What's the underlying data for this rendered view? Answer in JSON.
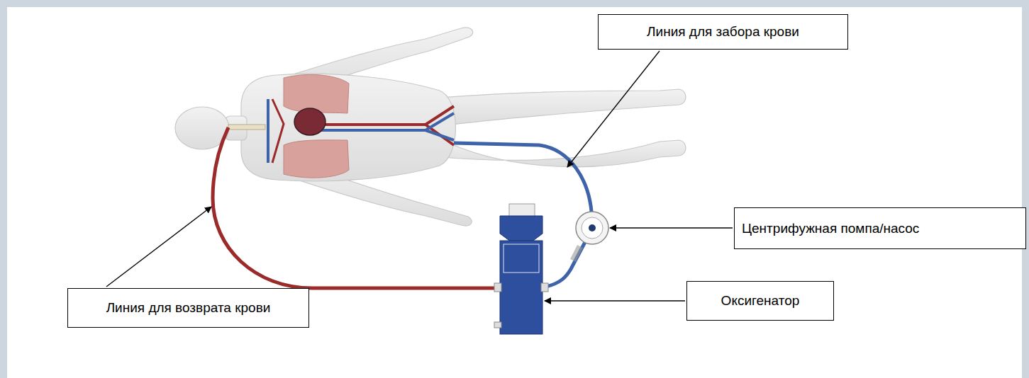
{
  "diagram": {
    "nodes": [
      {
        "text": [
          "Линия для забора крови"
        ]
      },
      {
        "text": [
          "Центрифужная помпа/насос"
        ]
      },
      {
        "text": [
          "Линия для возврата крови"
        ]
      },
      {
        "text": [
          "Оксигенатор"
        ]
      }
    ]
  }
}
